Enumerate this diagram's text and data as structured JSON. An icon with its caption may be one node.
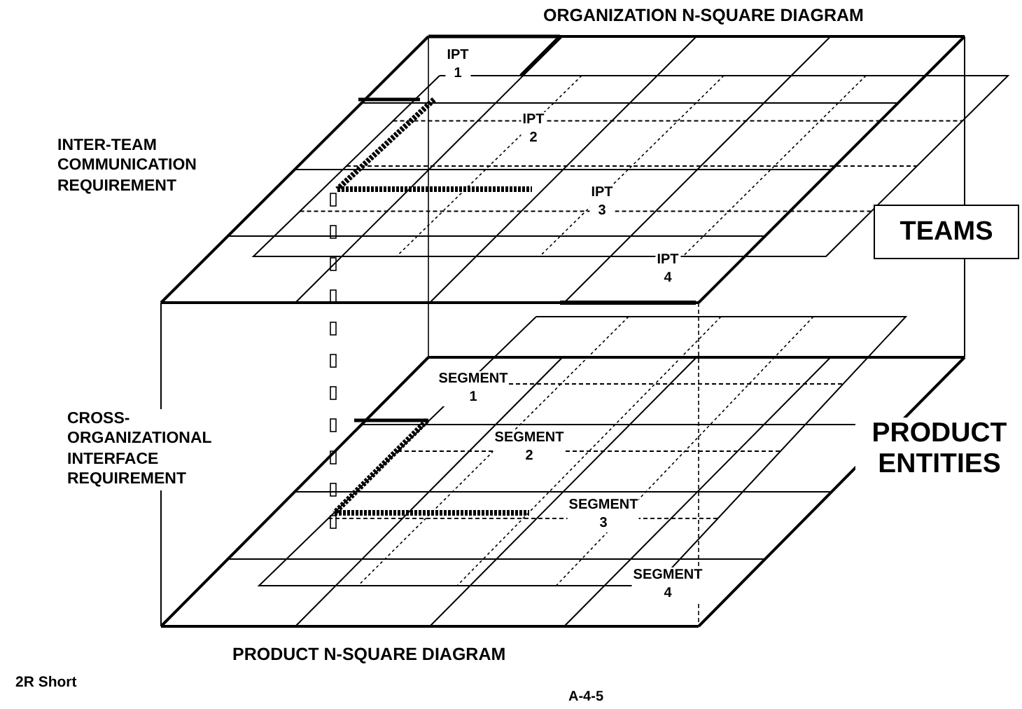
{
  "diagram": {
    "title": "ORGANIZATION N-SQUARE DIAGRAM",
    "nodes": [
      {
        "text": [
          "TEAMS"
        ]
      }
    ],
    "edges": [],
    "labels": [
      "IPT 1",
      "INTER-TEAM COMMUNICATION REQUIREMENT",
      "IPT 2",
      "IPT 3",
      "IPT 4",
      "SEGMENT 1",
      "CROSS- ORGANIZATIONAL INTERFACE REQUIREMENT",
      "SEGMENT 2",
      "PRODUCT ENTITIES",
      "SEGMENT 3",
      "SEGMENT 4",
      "PRODUCT N-SQUARE DIAGRAM",
      "2R Short",
      "A-4-5"
    ]
  }
}
